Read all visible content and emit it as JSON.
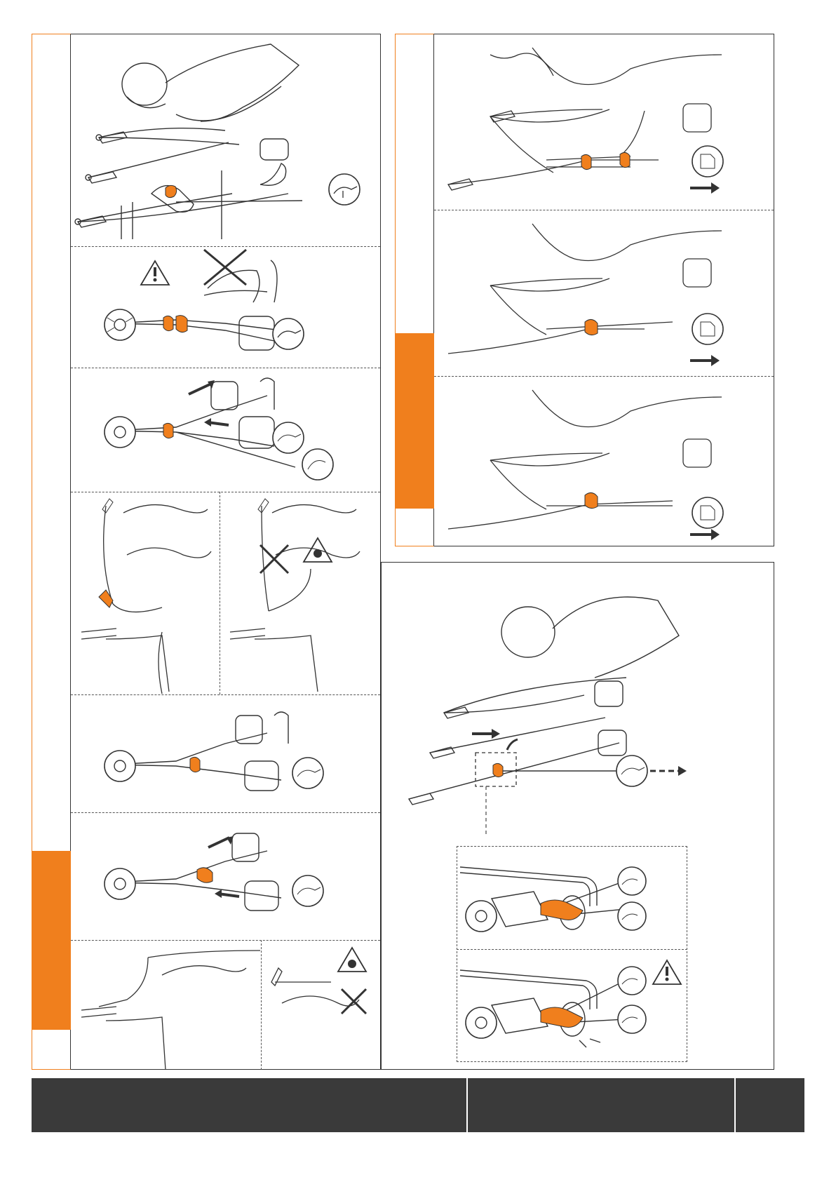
{
  "page": {
    "language": "",
    "accent_color": "#f07f1d",
    "line_color": "#333333"
  },
  "left_column": {
    "panels": [
      {
        "id": "p1",
        "icons": [
          "hand-hold-icon"
        ]
      },
      {
        "id": "p2",
        "icons": [
          "warning-triangle-icon",
          "prohibited-cross-icon",
          "anchor-ring-icon",
          "hand-hold-icon"
        ]
      },
      {
        "id": "p3",
        "icons": [
          "anchor-ring-icon",
          "hand-hold-icon",
          "hand-release-icon"
        ]
      },
      {
        "id": "p4",
        "icons": [
          "prohibited-cross-icon",
          "danger-skull-icon"
        ]
      },
      {
        "id": "p5",
        "icons": [
          "anchor-ring-icon",
          "hand-hold-icon"
        ]
      },
      {
        "id": "p6",
        "icons": [
          "anchor-ring-icon",
          "hand-hold-icon"
        ]
      },
      {
        "id": "p7",
        "icons": [
          "danger-skull-icon",
          "prohibited-cross-icon"
        ]
      }
    ]
  },
  "right_top": {
    "panels": [
      {
        "id": "r1",
        "icons": [
          "device-icon",
          "arrow-right-icon"
        ]
      },
      {
        "id": "r2",
        "icons": [
          "device-icon",
          "arrow-right-icon"
        ]
      },
      {
        "id": "r3",
        "icons": [
          "device-icon",
          "arrow-right-icon"
        ]
      }
    ]
  },
  "right_bottom": {
    "icons": [
      "hand-hold-icon",
      "dashed-arrow-right-icon",
      "anchor-ring-icon",
      "warning-triangle-icon"
    ]
  },
  "footer": {
    "left_text": "",
    "middle_text": "",
    "page_number": ""
  }
}
